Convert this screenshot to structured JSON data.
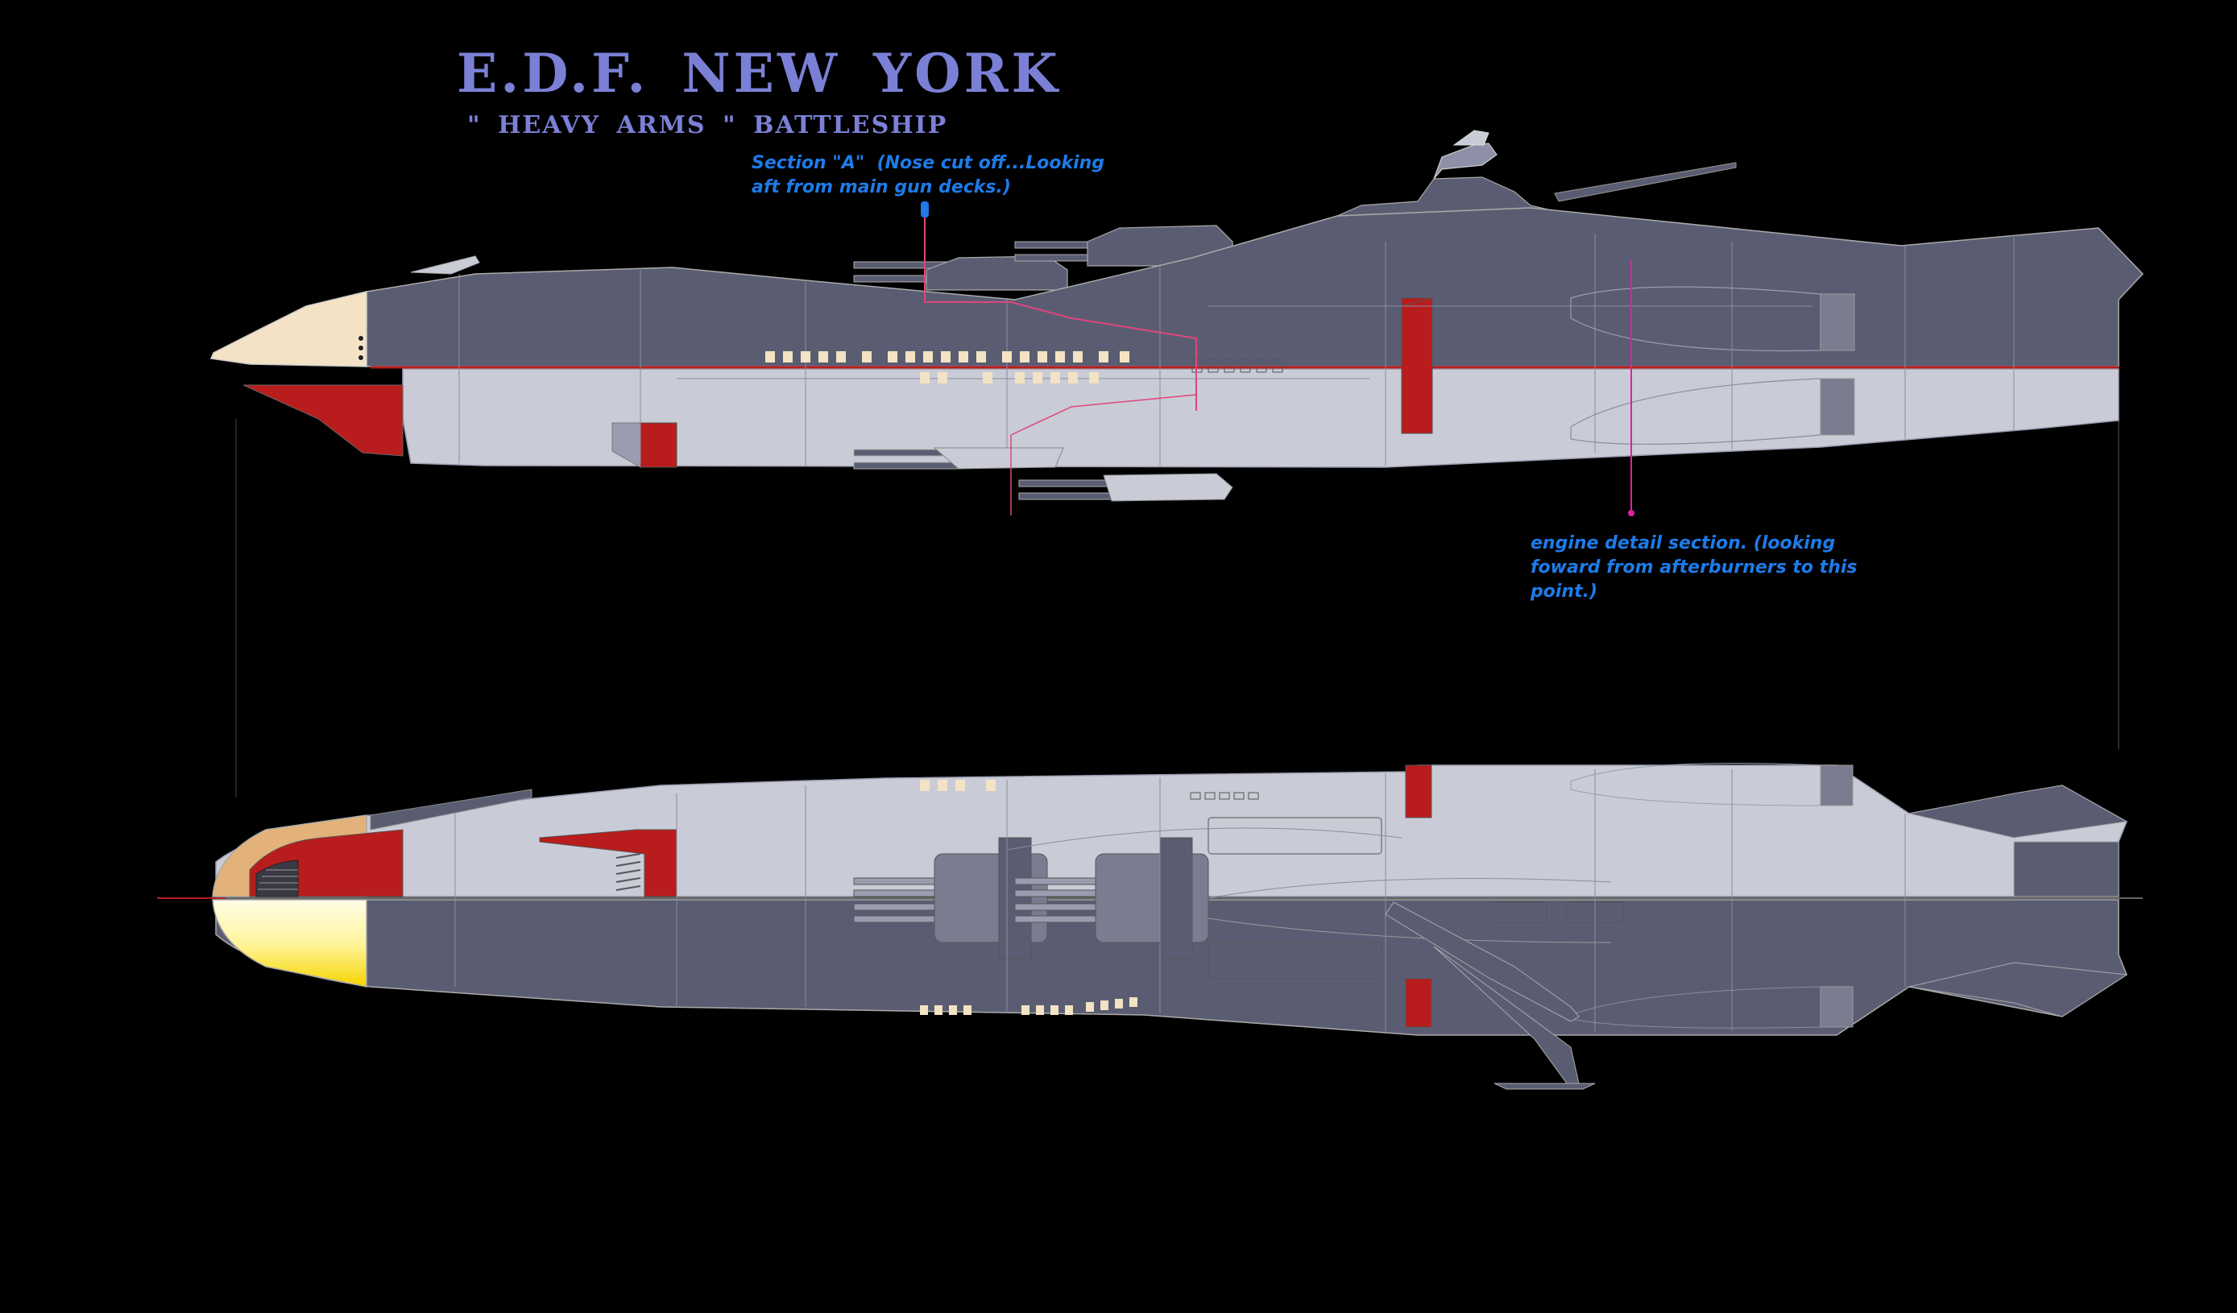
{
  "title": "E.D.F.  NEW  YORK",
  "subtitle": "\" HEAVY  ARMS \"  BATTLESHIP",
  "annotations": {
    "section_a": "Section \"A\"  (Nose cut off...Looking\naft from main gun decks.)",
    "engine_detail": "engine detail section. (looking\nfoward from afterburners to this\npoint.)"
  },
  "colors": {
    "background": "#000000",
    "title": "#7b80d6",
    "annotation": "#1e7be8",
    "hull_dark": "#5a5d72",
    "hull_light": "#c9ccd6",
    "accent_red": "#b91c1c",
    "nose_cream": "#f3e3c4",
    "nose_tan": "#e2b27a",
    "cut_line": "#e0457c"
  },
  "views": [
    "side-profile",
    "top-bottom-split-view"
  ]
}
